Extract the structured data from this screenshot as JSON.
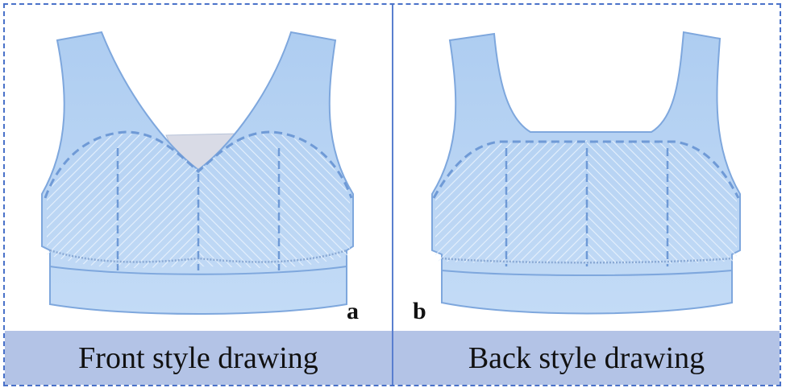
{
  "panels": [
    {
      "letter": "a",
      "caption": "Front style drawing"
    },
    {
      "letter": "b",
      "caption": "Back style drawing"
    }
  ],
  "colors": {
    "garment_fill": "#b6d2f3",
    "garment_stroke": "#7ea7dd",
    "seam": "#6f9ad6",
    "caption_bar": "#b3c3e6",
    "border": "#4a72c9"
  }
}
